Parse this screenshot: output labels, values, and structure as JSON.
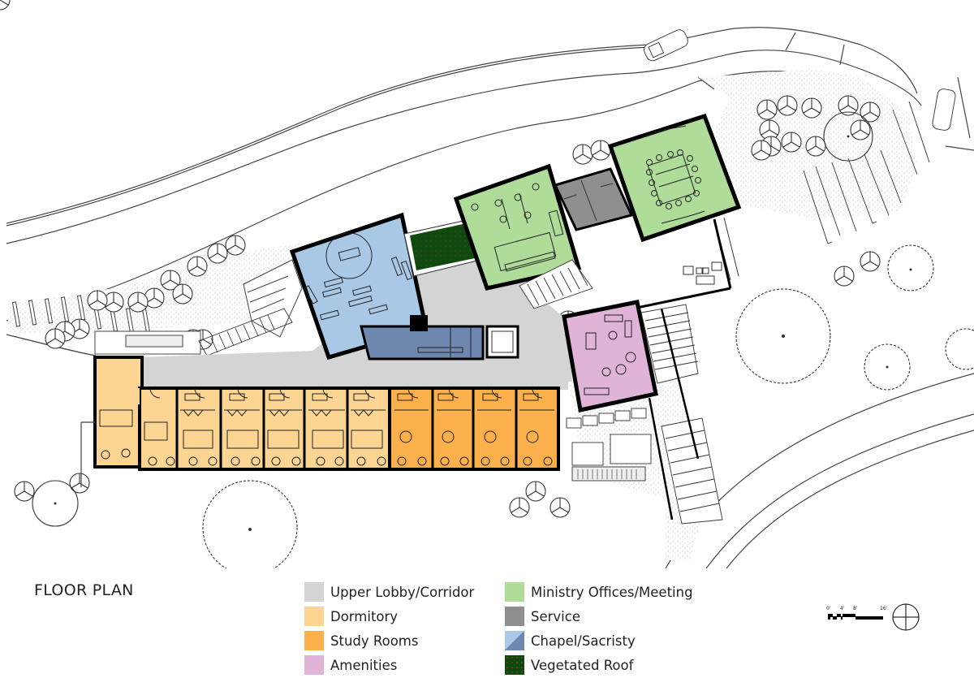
{
  "drawing": {
    "title": "FLOOR PLAN",
    "type": "architectural floor plan"
  },
  "legend": {
    "column1": [
      {
        "label": "Upper Lobby/Corridor",
        "color": "#d4d4d4",
        "pattern": "solid"
      },
      {
        "label": "Dormitory",
        "color": "#fdd592",
        "pattern": "solid"
      },
      {
        "label": "Study Rooms",
        "color": "#fbb04c",
        "pattern": "solid"
      },
      {
        "label": "Amenities",
        "color": "#dfb4d8",
        "pattern": "solid"
      }
    ],
    "column2": [
      {
        "label": "Ministry Offices/Meeting",
        "color": "#b0dc9a",
        "pattern": "solid"
      },
      {
        "label": "Service",
        "color": "#8f8f8f",
        "pattern": "solid"
      },
      {
        "label": "Chapel/Sacristy",
        "color": "#a9c8e6",
        "color2": "#6f88b0",
        "pattern": "diagonal-split"
      },
      {
        "label": "Vegetated Roof",
        "color": "#0e4a0e",
        "dots": "#6b3a1a",
        "pattern": "dotted"
      }
    ]
  },
  "scale_bar": {
    "ticks": [
      "0'",
      "4'",
      "8'",
      "16'"
    ],
    "north_arrow": "north-arrow-icon"
  },
  "colors": {
    "lobby": "#d4d4d4",
    "dormitory": "#fdd592",
    "study": "#fbb04c",
    "amenities": "#dfb4d8",
    "ministry": "#b0dc9a",
    "service": "#8f8f8f",
    "chapel": "#a9c8e6",
    "sacristy": "#6f88b0",
    "roof": "#0e4a0e",
    "wall": "#000000",
    "line": "#333333"
  }
}
